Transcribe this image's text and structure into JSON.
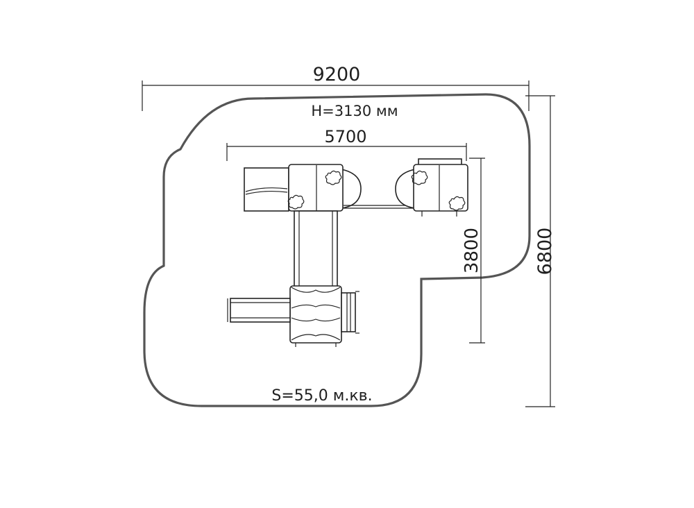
{
  "dimensions": {
    "overall_width": "9200",
    "overall_depth": "6800",
    "inner_width": "5700",
    "inner_depth": "3800"
  },
  "labels": {
    "height": "H=3130 мм",
    "area": "S=55,0 м.кв."
  }
}
